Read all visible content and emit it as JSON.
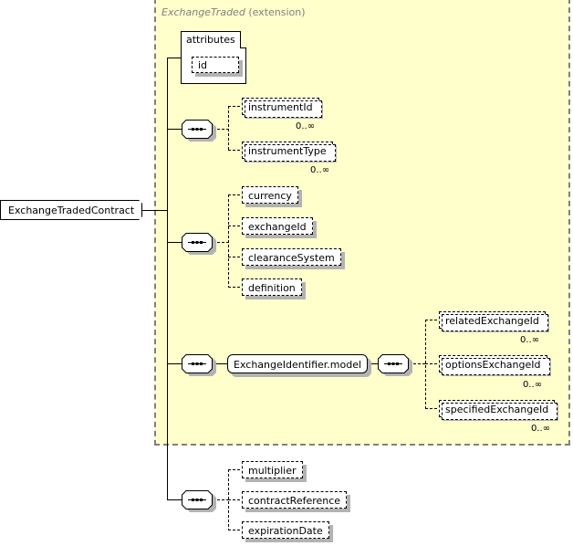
{
  "extension": {
    "base_type": "ExchangeTraded",
    "suffix": "(extension)",
    "fill_color": "#ffffcc",
    "border_color": "#808080"
  },
  "root": {
    "label": "ExchangeTradedContract"
  },
  "attributes": {
    "title": "attributes",
    "items": [
      {
        "label": "id",
        "optional": true
      }
    ]
  },
  "sequences": [
    {
      "id": "seq-instrument",
      "icon": "sequence-icon",
      "children": [
        {
          "label": "instrumentId",
          "optional": true,
          "occurs": "0..∞"
        },
        {
          "label": "instrumentType",
          "optional": true,
          "occurs": "0..∞"
        }
      ]
    },
    {
      "id": "seq-currency",
      "icon": "sequence-icon",
      "children": [
        {
          "label": "currency",
          "optional": true
        },
        {
          "label": "exchangeId",
          "optional": true
        },
        {
          "label": "clearanceSystem",
          "optional": true
        },
        {
          "label": "definition",
          "optional": true
        }
      ]
    },
    {
      "id": "seq-exchange-model",
      "icon": "sequence-icon",
      "group": {
        "label": "ExchangeIdentifier.model",
        "sequence_icon": "sequence-icon",
        "children": [
          {
            "label": "relatedExchangeId",
            "optional": true,
            "occurs": "0..∞"
          },
          {
            "label": "optionsExchangeId",
            "optional": true,
            "occurs": "0..∞"
          },
          {
            "label": "specifiedExchangeId",
            "optional": true,
            "occurs": "0..∞"
          }
        ]
      }
    },
    {
      "id": "seq-contract",
      "icon": "sequence-icon",
      "children": [
        {
          "label": "multiplier",
          "optional": true
        },
        {
          "label": "contractReference",
          "optional": true
        },
        {
          "label": "expirationDate",
          "optional": true
        }
      ]
    }
  ]
}
